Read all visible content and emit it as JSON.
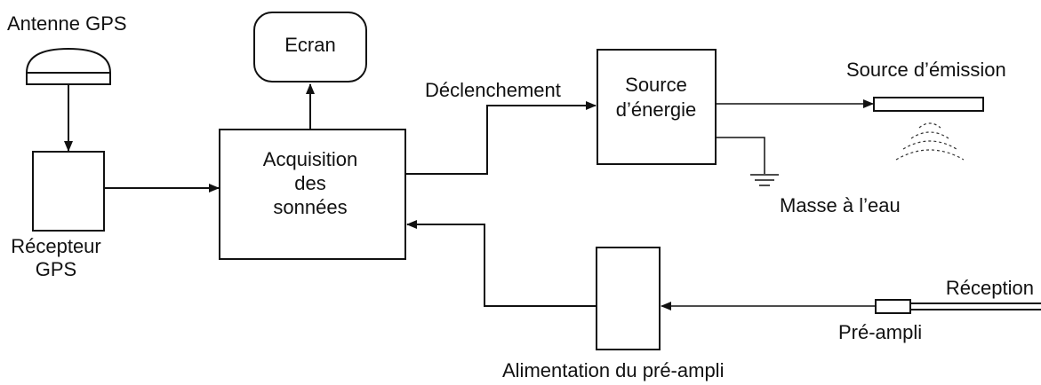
{
  "labels": {
    "gps_antenna": "Antenne GPS",
    "gps_receiver_line1": "Récepteur",
    "gps_receiver_line2": "GPS",
    "screen": "Ecran",
    "acquisition_line1": "Acquisition",
    "acquisition_line2": "des",
    "acquisition_line3": "sonnées",
    "trigger": "Déclenchement",
    "energy_source_line1": "Source",
    "energy_source_line2": "d’énergie",
    "emission_source": "Source d’émission",
    "water_ground": "Masse à l’eau",
    "reception": "Réception",
    "preamp": "Pré-ampli",
    "preamp_power": "Alimentation du pré-ampli"
  }
}
